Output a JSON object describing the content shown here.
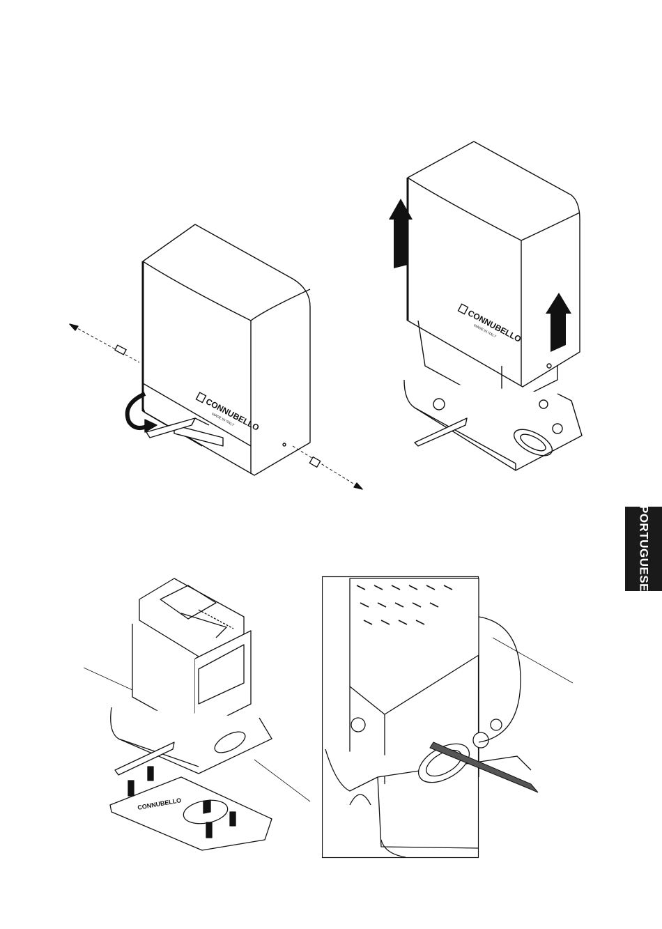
{
  "brand": "CONNUBELLO",
  "brand_sub": "MADE IN ITALY",
  "side_tab": "PORTUGUESE",
  "figures": [
    {
      "name": "unscrew-cover-illustration"
    },
    {
      "name": "lift-cover-illustration"
    },
    {
      "name": "mount-base-illustration"
    },
    {
      "name": "cable-entry-detail-illustration"
    }
  ]
}
